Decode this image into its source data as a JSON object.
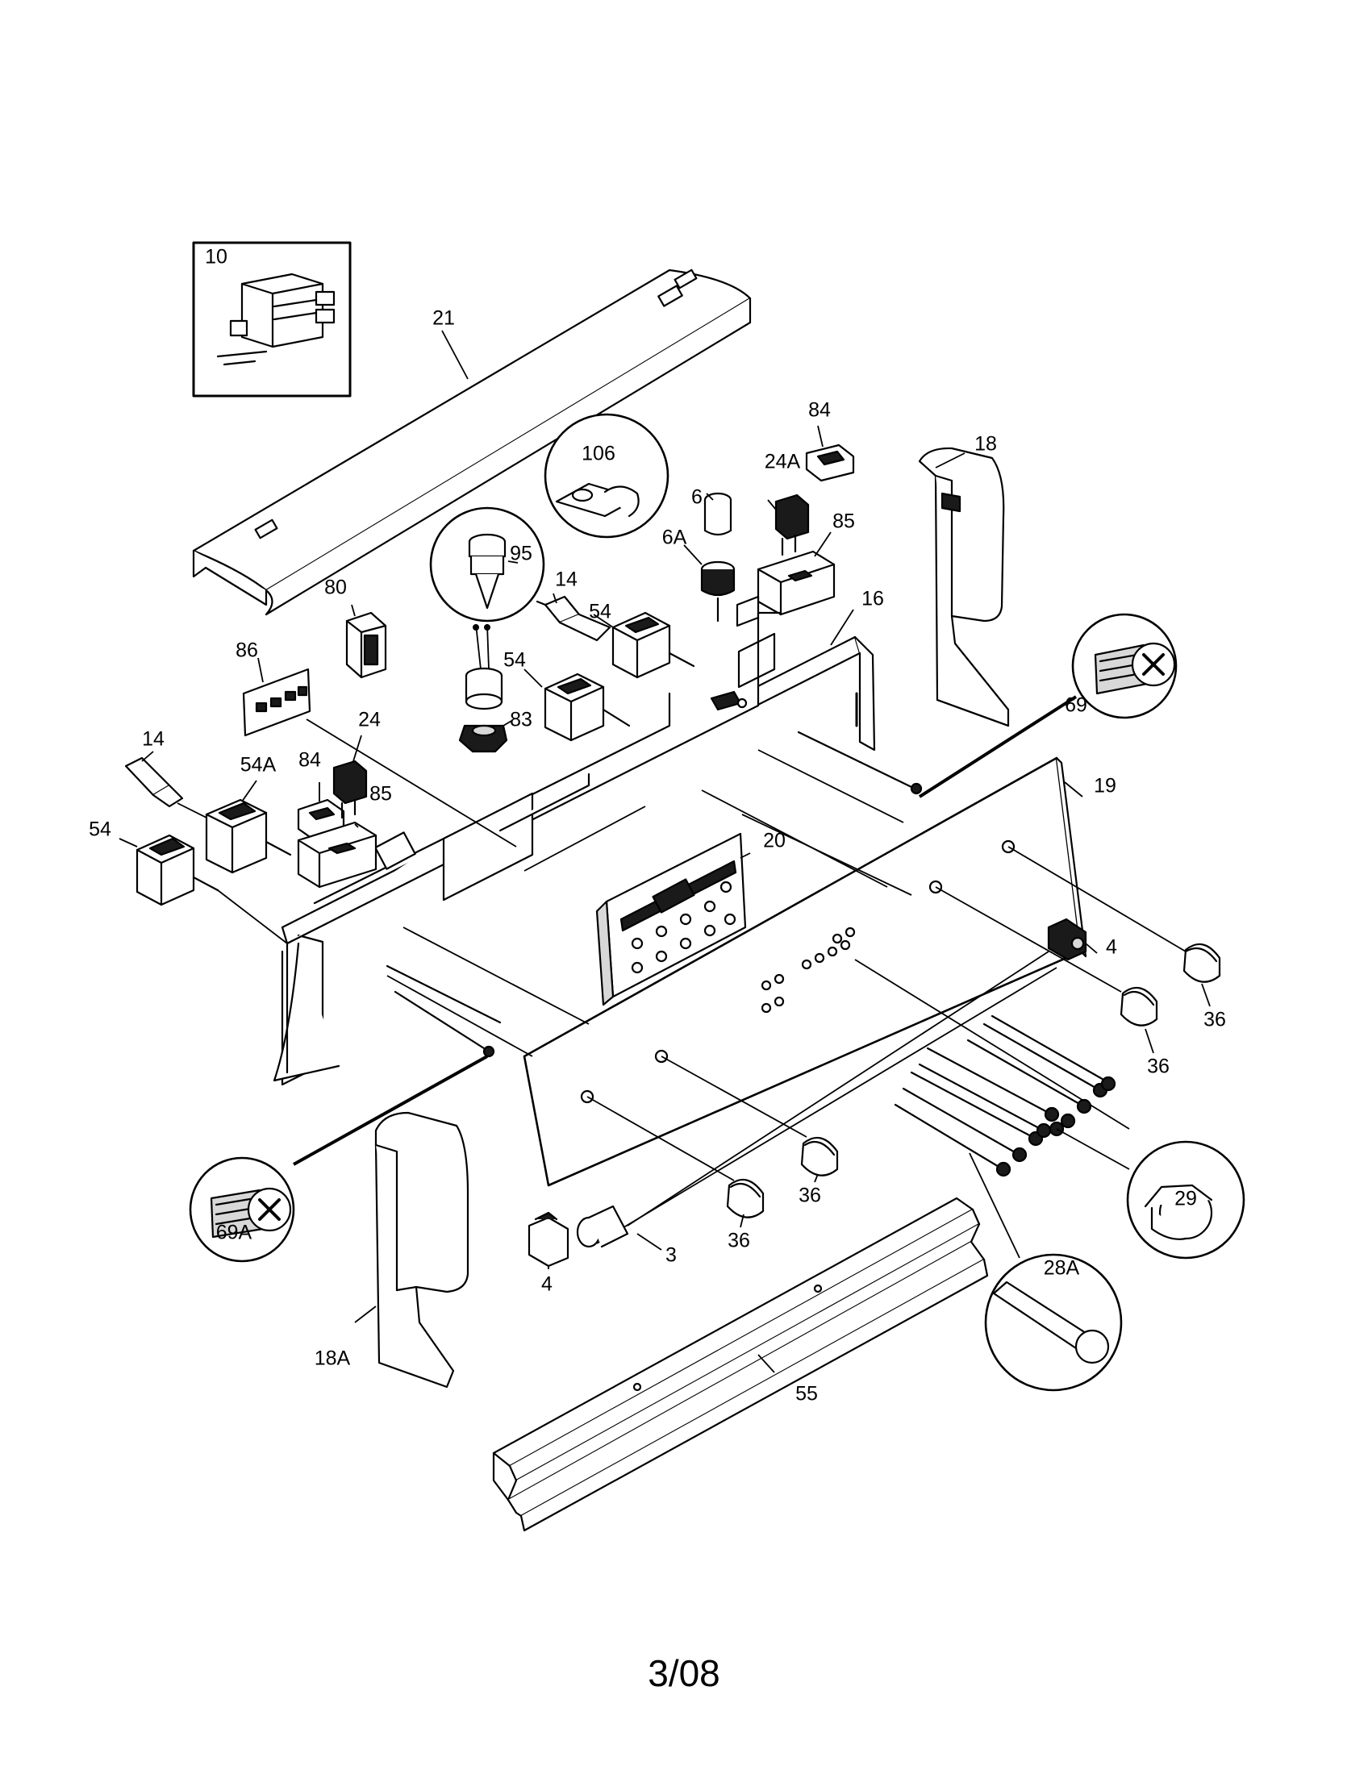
{
  "footer": {
    "date_code": "3/08"
  },
  "callouts": {
    "p10": "10",
    "p21": "21",
    "p84_top": "84",
    "p18": "18",
    "p106": "106",
    "p24A": "24A",
    "p6": "6",
    "p85_top": "85",
    "p6A": "6A",
    "p95": "95",
    "p14_center": "14",
    "p54_center": "54",
    "p80": "80",
    "p16": "16",
    "p69": "69",
    "p86": "86",
    "p54_mid": "54",
    "p83": "83",
    "p14_left": "14",
    "p24": "24",
    "p54A": "54A",
    "p84_left": "84",
    "p85_left": "85",
    "p19": "19",
    "p54_left": "54",
    "p20": "20",
    "p4_right": "4",
    "p36_right": "36",
    "p36_mid": "36",
    "p29": "29",
    "p69A": "69A",
    "p36_center": "36",
    "p36_low": "36",
    "p4_left": "4",
    "p3": "3",
    "p28A": "28A",
    "p18A": "18A",
    "p55": "55"
  }
}
